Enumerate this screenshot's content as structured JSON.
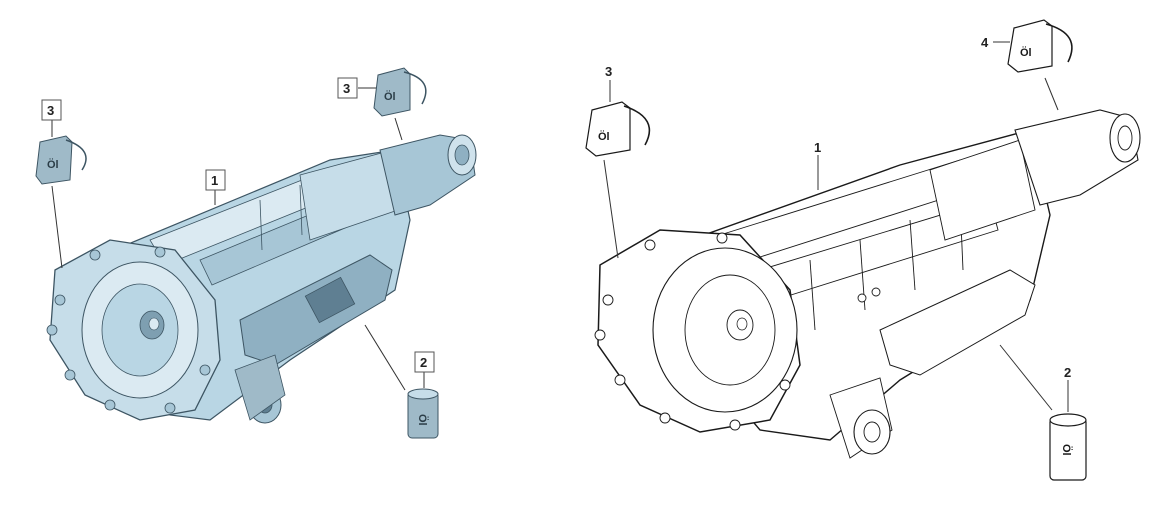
{
  "left_panel": {
    "callouts": {
      "part1": "1",
      "part2": "2",
      "part3a": "3",
      "part3b": "3"
    },
    "oil_label": "Öl",
    "colors": {
      "body_fill": "#b9d6e4",
      "body_dark": "#7e9fb1",
      "body_light": "#dbeaf2",
      "outline": "#3d5563",
      "bottle": "#9fbac8"
    }
  },
  "right_panel": {
    "callouts": {
      "part1": "1",
      "part2": "2",
      "part3": "3",
      "part4": "4"
    },
    "oil_label": "Öl",
    "colors": {
      "body_fill": "#ffffff",
      "outline": "#1a1a1a"
    }
  }
}
